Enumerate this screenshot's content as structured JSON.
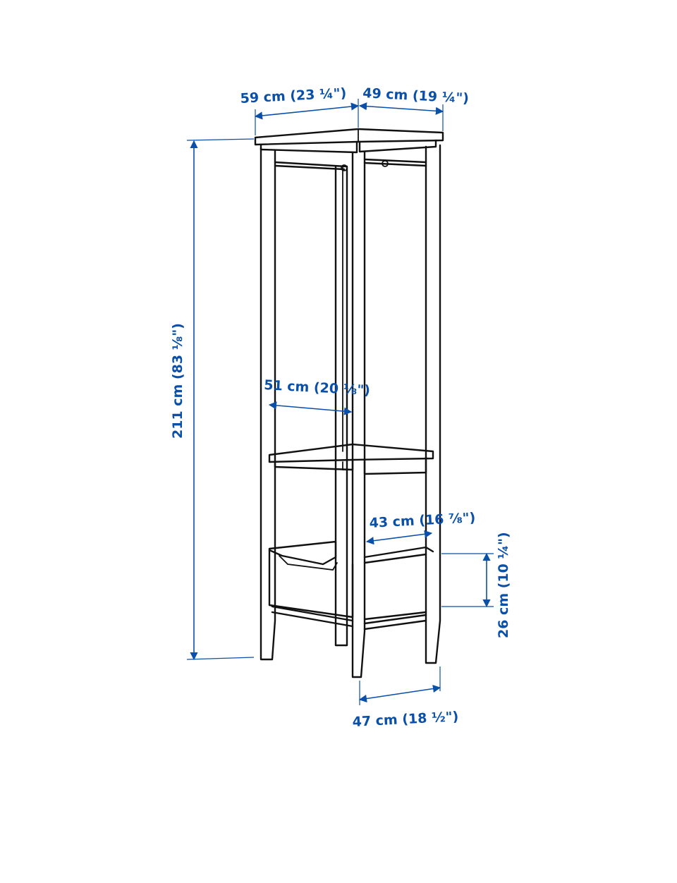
{
  "colors": {
    "dimension": "#0a4fa8",
    "outline": "#111111",
    "background": "#ffffff"
  },
  "dimensions": {
    "top_width": "59 cm (23 ¼\")",
    "top_depth": "49 cm (19 ¼\")",
    "height": "211 cm (83 ⅛\")",
    "inner_width": "51 cm (20 ⅛\")",
    "drawer_depth": "43 cm (16 ⅞\")",
    "drawer_height": "26 cm (10 ¼\")",
    "bottom_depth": "47 cm (18 ½\")"
  }
}
